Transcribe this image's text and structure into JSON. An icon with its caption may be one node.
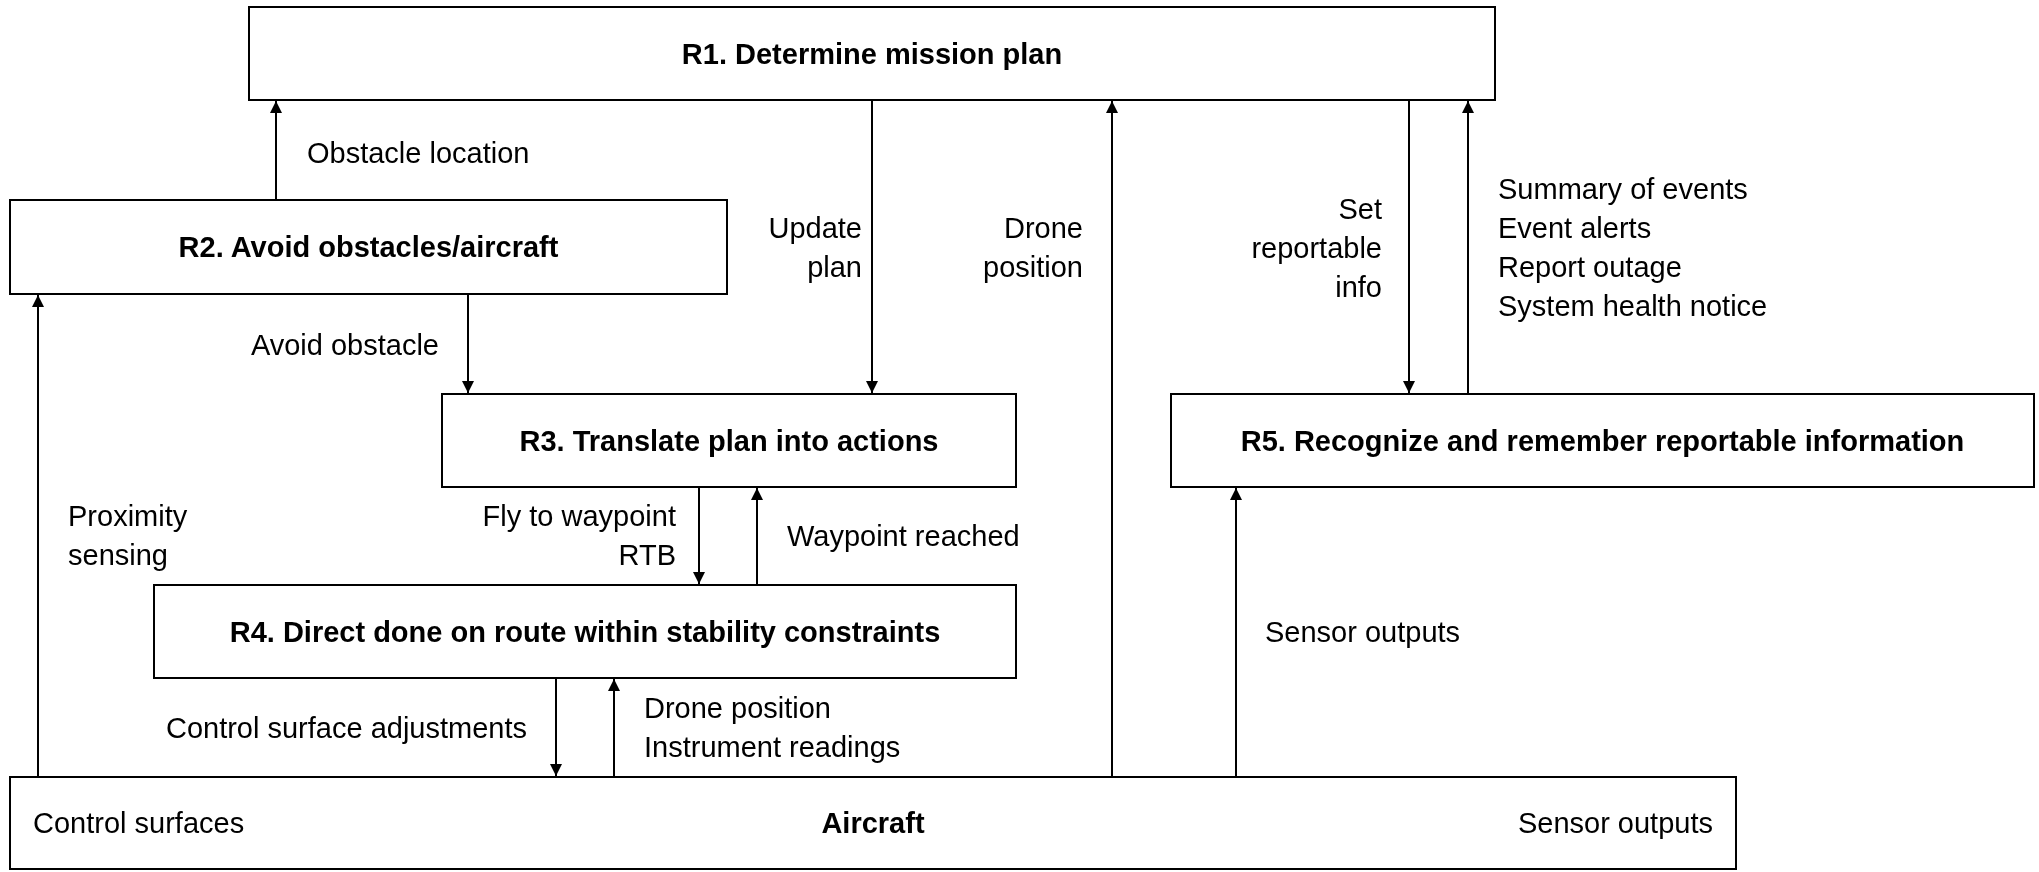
{
  "diagram": {
    "nodes": [
      {
        "text": [
          "R1. Determine mission plan"
        ]
      },
      {
        "text": [
          "R2. Avoid obstacles/aircraft"
        ]
      },
      {
        "text": [
          "R3. Translate plan into actions"
        ]
      },
      {
        "text": [
          "R5. Recognize and remember reportable information"
        ]
      },
      {
        "text": [
          "R4. Direct done on route within stability constraints"
        ]
      },
      {
        "text": [
          "Control surfaces",
          "Aircraft",
          "Sensor outputs"
        ]
      }
    ],
    "edges": [
      {
        "from": 1,
        "to": 0,
        "arrow": "to",
        "label": "Obstacle location"
      },
      {
        "from": 0,
        "to": 2,
        "arrow": "to",
        "label": "Update plan"
      },
      {
        "from": 5,
        "to": 0,
        "arrow": "to",
        "label": "Drone position"
      },
      {
        "from": 0,
        "to": 3,
        "arrow": "to",
        "label": "Set reportable info"
      },
      {
        "from": 3,
        "to": 0,
        "arrow": "to",
        "label": "Summary of events Event alerts Report outage System health notice"
      },
      {
        "from": 1,
        "to": 2,
        "arrow": "to",
        "label": "Avoid obstacle"
      },
      {
        "from": 5,
        "to": 1,
        "arrow": "to",
        "label": "Proximity sensing"
      },
      {
        "from": 2,
        "to": 4,
        "arrow": "to",
        "label": "Fly to waypoint RTB"
      },
      {
        "from": 4,
        "to": 2,
        "arrow": "to",
        "label": "Waypoint reached"
      },
      {
        "from": 5,
        "to": 3,
        "arrow": "to",
        "label": "Sensor outputs"
      },
      {
        "from": 4,
        "to": 5,
        "arrow": "to",
        "label": "Control surface adjustments"
      },
      {
        "from": 5,
        "to": 4,
        "arrow": "to",
        "label": "Drone position Instrument readings"
      }
    ]
  }
}
